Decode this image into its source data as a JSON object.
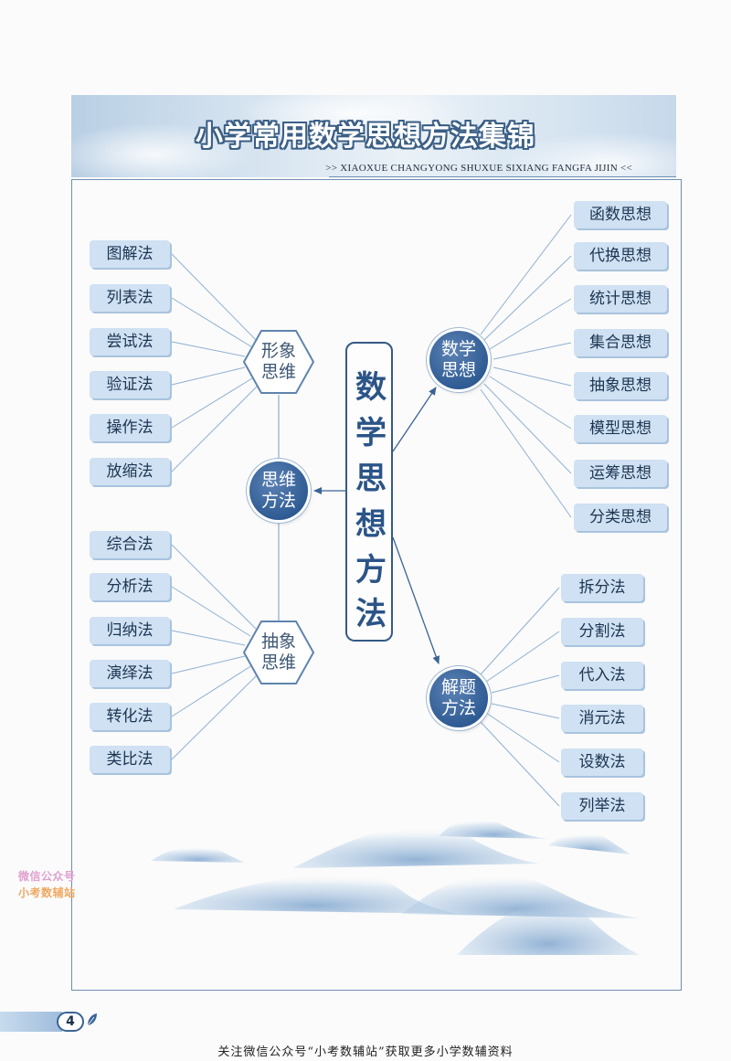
{
  "header": {
    "title": "小学常用数学思想方法集锦",
    "subtitle": ">> XIAOXUE CHANGYONG SHUXUE SIXIANG FANGFA JIJIN <<"
  },
  "center": {
    "chars": [
      "数",
      "学",
      "思",
      "想",
      "方",
      "法"
    ]
  },
  "nodes": {
    "siwei_fangfa": [
      "思维",
      "方法"
    ],
    "xingxiang_siwei": [
      "形象",
      "思维"
    ],
    "chouxiang_siwei": [
      "抽象",
      "思维"
    ],
    "shuxue_sixiang": [
      "数学",
      "思想"
    ],
    "jieti_fangfa": [
      "解题",
      "方法"
    ]
  },
  "xingxiang_leaves": [
    "图解法",
    "列表法",
    "尝试法",
    "验证法",
    "操作法",
    "放缩法"
  ],
  "chouxiang_leaves": [
    "综合法",
    "分析法",
    "归纳法",
    "演绎法",
    "转化法",
    "类比法"
  ],
  "shuxue_leaves": [
    "函数思想",
    "代换思想",
    "统计思想",
    "集合思想",
    "抽象思想",
    "模型思想",
    "运筹思想",
    "分类思想"
  ],
  "jieti_leaves": [
    "拆分法",
    "分割法",
    "代入法",
    "消元法",
    "设数法",
    "列举法"
  ],
  "watermark": [
    "微信公众号",
    "小考数辅站"
  ],
  "page_number": "4",
  "footer": "关注微信公众号“小考数辅站”获取更多小学数辅资料",
  "colors": {
    "node_blue": "#2f5c94",
    "leaf_fill": "#cfe1f2",
    "line": "#8fb0d2"
  }
}
